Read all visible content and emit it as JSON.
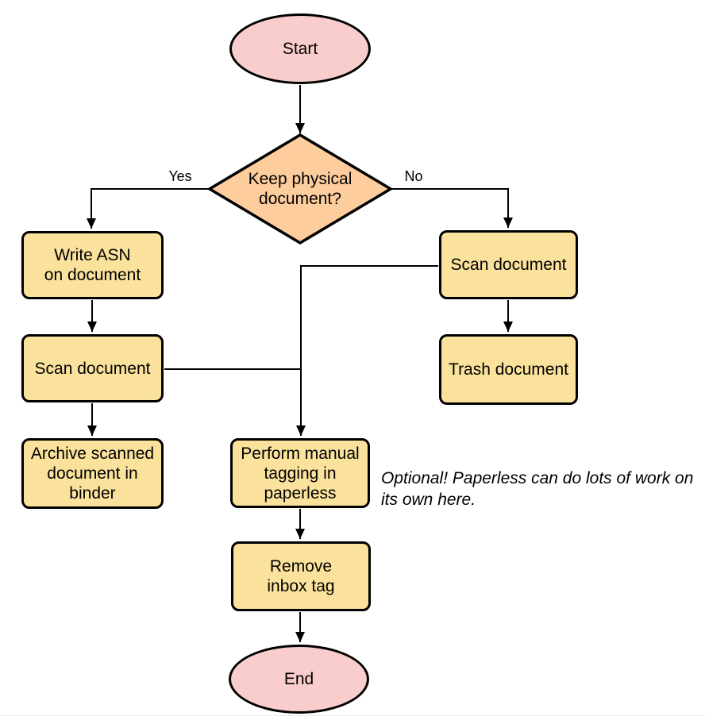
{
  "colors": {
    "terminal_fill": "#f8cdcc",
    "decision_fill": "#fecd9e",
    "process_fill": "#fae29c",
    "stroke": "#000000",
    "background": "#ffffff",
    "page_edge": "#efedea"
  },
  "nodes": {
    "start": "Start",
    "decision": "Keep physical\ndocument?",
    "write_asn": "Write ASN\non document",
    "scan_left": "Scan document",
    "archive": "Archive scanned\ndocument in\nbinder",
    "scan_right": "Scan document",
    "trash": "Trash document",
    "tagging": "Perform manual\ntagging in\npaperless",
    "remove_inbox": "Remove\ninbox tag",
    "end": "End"
  },
  "edge_labels": {
    "yes": "Yes",
    "no": "No"
  },
  "note": "Optional! Paperless can do lots of work on\nits own here.",
  "edges": [
    {
      "from": "Start",
      "to": "Keep physical document?",
      "label": ""
    },
    {
      "from": "Keep physical document?",
      "to": "Write ASN on document",
      "label": "Yes"
    },
    {
      "from": "Keep physical document?",
      "to": "Scan document (right)",
      "label": "No"
    },
    {
      "from": "Write ASN on document",
      "to": "Scan document (left)",
      "label": ""
    },
    {
      "from": "Scan document (left)",
      "to": "Archive scanned document in binder",
      "label": ""
    },
    {
      "from": "Scan document (left)",
      "to": "Perform manual tagging in paperless",
      "label": ""
    },
    {
      "from": "Scan document (right)",
      "to": "Trash document",
      "label": ""
    },
    {
      "from": "Scan document (right)",
      "to": "Perform manual tagging in paperless",
      "label": ""
    },
    {
      "from": "Perform manual tagging in paperless",
      "to": "Remove inbox tag",
      "label": ""
    },
    {
      "from": "Remove inbox tag",
      "to": "End",
      "label": ""
    }
  ]
}
